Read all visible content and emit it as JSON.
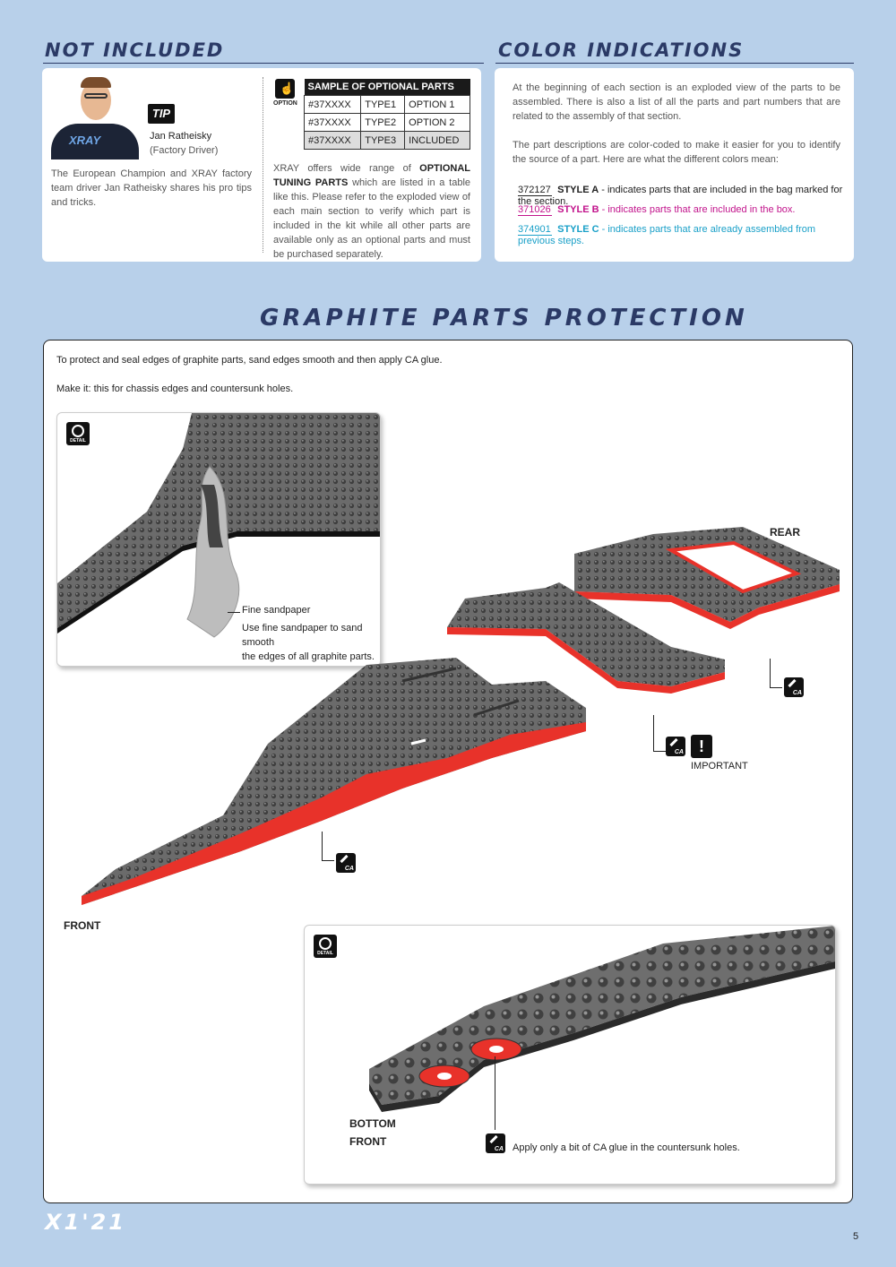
{
  "headers": {
    "not_included": "NOT INCLUDED",
    "color_indications": "COLOR INDICATIONS",
    "graphite": "GRAPHITE PARTS PROTECTION"
  },
  "tip": {
    "badge": "TIP",
    "name": "Jan Ratheisky",
    "role": "(Factory Driver)",
    "text": "The European Champion and XRAY factory team driver Jan Ratheisky shares his pro tips and tricks.",
    "shirt_logo": "XRAY"
  },
  "option": {
    "icon_label": "OPTION",
    "table_title": "SAMPLE OF OPTIONAL PARTS",
    "rows": [
      [
        "#37XXXX",
        "TYPE1",
        "OPTION 1"
      ],
      [
        "#37XXXX",
        "TYPE2",
        "OPTION 2"
      ],
      [
        "#37XXXX",
        "TYPE3",
        "INCLUDED"
      ]
    ],
    "text_pre": "XRAY offers wide range of ",
    "text_bold": "OPTIONAL TUNING PARTS",
    "text_post": " which are listed in a table like this. Please refer to the exploded view of each main section to verify which part is included in the kit while all other parts are available only as an optional parts and must be purchased separately."
  },
  "color": {
    "p1": "At the beginning of each section is an exploded view of the parts to be assembled. There is also a list of all the parts and part numbers that are related to the assembly of that section.",
    "p2": "The part descriptions are color-coded to make it easier for you to identify the source of a part. Here are what the different colors mean:",
    "styles": [
      {
        "num": "372127",
        "name": "STYLE A",
        "desc": " - indicates parts that are included in the bag marked for the section.",
        "color": "#222222"
      },
      {
        "num": "371026",
        "name": "STYLE B",
        "desc": " - indicates parts that are included in the box.",
        "color": "#c2148c"
      },
      {
        "num": "374901",
        "name": "STYLE C",
        "desc": " - indicates parts that are already assembled from previous steps.",
        "color": "#1aa0c8"
      }
    ]
  },
  "graphite": {
    "line1": "To protect and seal edges of graphite parts, sand edges smooth and then apply CA glue.",
    "line2": "Make it: this for chassis edges and countersunk holes.",
    "detail_label": "DETAIL",
    "sandpaper_title": "Fine sandpaper",
    "sandpaper_text1": "Use fine sandpaper to sand smooth",
    "sandpaper_text2": "the edges of all graphite parts.",
    "rear": "REAR",
    "front": "FRONT",
    "important": "IMPORTANT",
    "bottom": "BOTTOM",
    "front2": "FRONT",
    "ca_text": "Apply only a bit of CA glue in the countersunk holes.",
    "edge_color": "#e8322a"
  },
  "footer": {
    "logo": "X1'21",
    "page": "5"
  }
}
